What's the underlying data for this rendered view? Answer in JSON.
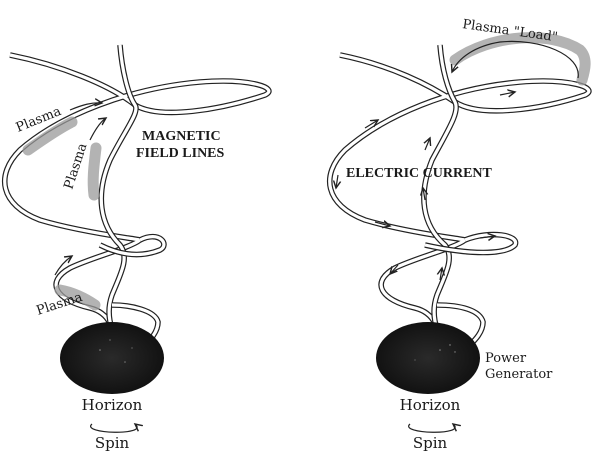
{
  "left_panel": {
    "labels": {
      "plasma_top": "Plasma",
      "plasma_mid": "Plasma",
      "plasma_low": "Plasma",
      "field_line_1": "MAGNETIC",
      "field_line_2": "FIELD LINES",
      "horizon": "Horizon",
      "spin": "Spin"
    }
  },
  "right_panel": {
    "labels": {
      "plasma_load": "Plasma \"Load\"",
      "electric_current": "ELECTRIC CURRENT",
      "power_1": "Power",
      "power_2": "Generator",
      "horizon": "Horizon",
      "spin": "Spin"
    }
  },
  "colors": {
    "ink": "#1a1a1a",
    "black_hole": "#141414",
    "plasma_shading": "#9a9a9a"
  }
}
